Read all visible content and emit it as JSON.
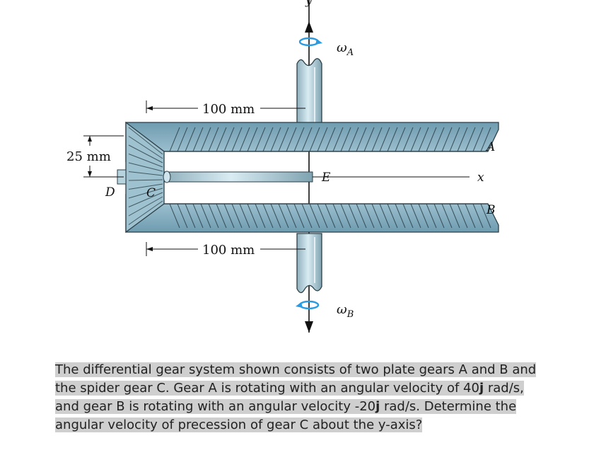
{
  "diagram": {
    "labels": {
      "omega_a": "ω",
      "omega_a_sub": "A",
      "omega_b": "ω",
      "omega_b_sub": "B",
      "y_axis": "y",
      "x_axis": "x",
      "dim_top": "100 mm",
      "dim_bottom": "100 mm",
      "dim_left": "25 mm",
      "gear_a": "A",
      "gear_b": "B",
      "gear_c": "C",
      "point_d": "D",
      "point_e": "E"
    },
    "colors": {
      "gear_fill": "#8fb8c9",
      "gear_dark": "#5d8ea3",
      "tooth_line": "#2b3f47",
      "shaft_fill": "#b7d3de",
      "arrow_blue": "#2a9be0"
    }
  },
  "problem": {
    "text": "The differential gear system shown consists of two plate gears A and B and the spider gear C. Gear A is rotating with an angular velocity of 40",
    "bold_j1": "j",
    "text2": " rad/s, and gear B is rotating with an angular velocity -20",
    "bold_j2": "j",
    "text3": " rad/s. Determine the angular velocity of precession of gear C about the y-axis?"
  }
}
